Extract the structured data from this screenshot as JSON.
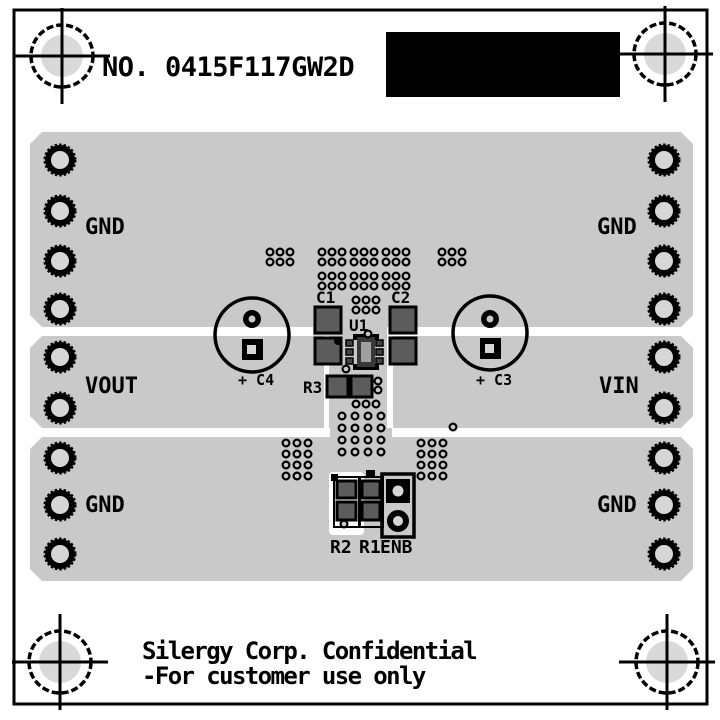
{
  "title": {
    "board_number": "NO. 0415F117GW2D"
  },
  "terminals": {
    "gnd_top_left": "GND",
    "gnd_top_right": "GND",
    "vout": "VOUT",
    "vin": "VIN",
    "gnd_bottom_left": "GND",
    "gnd_bottom_right": "GND"
  },
  "components": {
    "u1": "U1",
    "c1": "C1",
    "c2": "C2",
    "c3": "+ C3",
    "c4": "+ C4",
    "r1": "R1",
    "r2": "R2",
    "r3": "R3",
    "enb": "ENB"
  },
  "footer": {
    "line1": "Silergy Corp. Confidential",
    "line2": "-For customer use only"
  },
  "colors": {
    "copper_gray": "#c9c9c9",
    "hole_gray": "#d6d6d6",
    "pad_dark_gray": "#5c5c5c",
    "silkscreen_black": "#000000",
    "board_white": "#ffffff"
  }
}
